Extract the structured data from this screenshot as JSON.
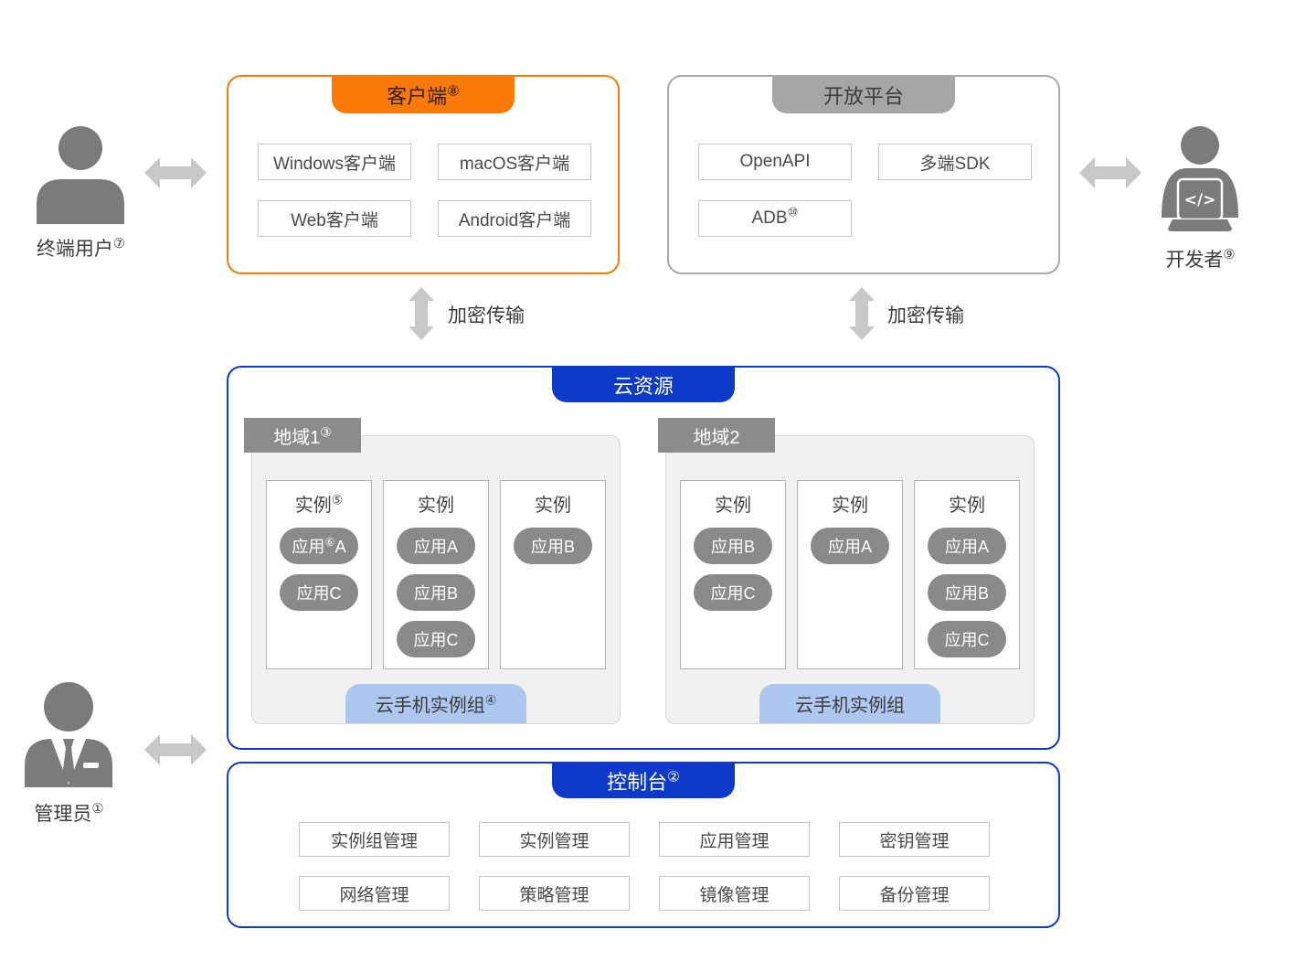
{
  "colors": {
    "orange": "#F97A08",
    "blue": "#0D3AC9",
    "gray_tab": "#A6A6A6",
    "region_tab": "#8C8C8C",
    "pill": "#8A8A8A",
    "light_blue": "#AEC7EF",
    "arrow": "#C8C8C8",
    "icon": "#7B7B7B",
    "region_bg": "#F1F1F2"
  },
  "client_box": {
    "title": {
      "text": "客户端",
      "sup": "⑧"
    },
    "items": [
      {
        "text": "Windows客户端"
      },
      {
        "text": "macOS客户端"
      },
      {
        "text": "Web客户端"
      },
      {
        "text": "Android客户端"
      }
    ]
  },
  "open_platform_box": {
    "title": {
      "text": "开放平台"
    },
    "items": [
      {
        "text": "OpenAPI"
      },
      {
        "text": "多端SDK"
      },
      {
        "text": "ADB",
        "sup": "⑩"
      }
    ]
  },
  "actors": {
    "end_user": {
      "text": "终端用户",
      "sup": "⑦"
    },
    "developer": {
      "text": "开发者",
      "sup": "⑨"
    },
    "admin": {
      "text": "管理员",
      "sup": "①"
    }
  },
  "encryption": {
    "left": {
      "text": "加密传输"
    },
    "right": {
      "text": "加密传输"
    }
  },
  "cloud_resources": {
    "title": {
      "text": "云资源"
    },
    "regions": [
      {
        "title": {
          "text": "地域1",
          "sup": "③"
        },
        "instances": [
          {
            "title": {
              "text": "实例",
              "sup": "⑤"
            },
            "apps": [
              {
                "text": "应用",
                "sup": "⑥",
                "tail": "A"
              },
              {
                "text": "应用C"
              }
            ]
          },
          {
            "title": {
              "text": "实例"
            },
            "apps": [
              {
                "text": "应用A"
              },
              {
                "text": "应用B"
              },
              {
                "text": "应用C"
              }
            ]
          },
          {
            "title": {
              "text": "实例"
            },
            "apps": [
              {
                "text": "应用B"
              }
            ]
          }
        ],
        "group": {
          "text": "云手机实例组",
          "sup": "④"
        }
      },
      {
        "title": {
          "text": "地域2"
        },
        "instances": [
          {
            "title": {
              "text": "实例"
            },
            "apps": [
              {
                "text": "应用B"
              },
              {
                "text": "应用C"
              }
            ]
          },
          {
            "title": {
              "text": "实例"
            },
            "apps": [
              {
                "text": "应用A"
              }
            ]
          },
          {
            "title": {
              "text": "实例"
            },
            "apps": [
              {
                "text": "应用A"
              },
              {
                "text": "应用B"
              },
              {
                "text": "应用C"
              }
            ]
          }
        ],
        "group": {
          "text": "云手机实例组"
        }
      }
    ]
  },
  "console": {
    "title": {
      "text": "控制台",
      "sup": "②"
    },
    "items": [
      {
        "text": "实例组管理"
      },
      {
        "text": "实例管理"
      },
      {
        "text": "应用管理"
      },
      {
        "text": "密钥管理"
      },
      {
        "text": "网络管理"
      },
      {
        "text": "策略管理"
      },
      {
        "text": "镜像管理"
      },
      {
        "text": "备份管理"
      }
    ]
  }
}
